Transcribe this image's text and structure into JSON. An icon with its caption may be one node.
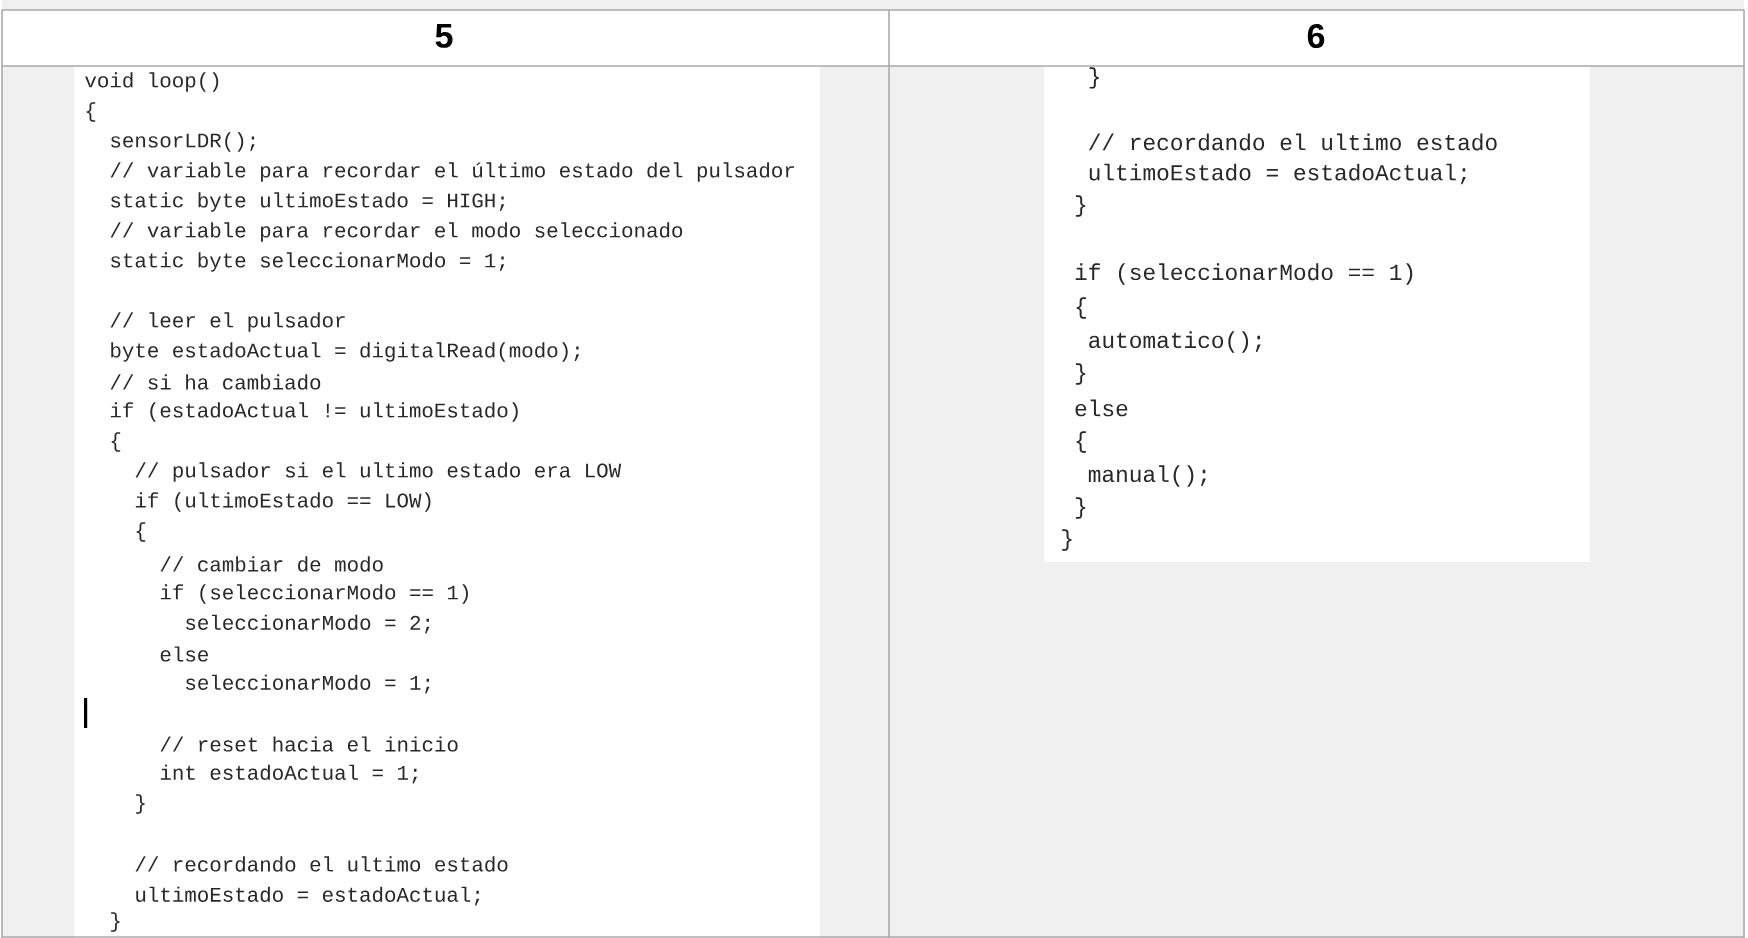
{
  "diagram": {
    "labels": [
      "5",
      "6",
      "void loop()",
      "{",
      "sensorLDR();",
      "// variable para recordar el último estado del pulsador",
      "static byte ultimoEstado = HIGH;",
      "// variable para recordar el modo seleccionado",
      "static byte seleccionarModo = 1;",
      "// leer el pulsador",
      "byte estadoActual = digitalRead(modo);",
      "// si ha cambiado",
      "if (estadoActual != ultimoEstado)",
      "{",
      "// pulsador si el ultimo estado era LOW",
      "if (ultimoEstado == LOW)",
      "{",
      "// cambiar de modo",
      "if (seleccionarModo == 1)",
      "seleccionarModo = 2;",
      "else",
      "seleccionarModo = 1;",
      "// reset hacia el inicio",
      "int estadoActual = 1;",
      "}",
      "// recordando el ultimo estado",
      "ultimoEstado = estadoActual;",
      "}",
      "}",
      "// recordando el ultimo estado",
      "ultimoEstado = estadoActual;",
      "}",
      "if (seleccionarModo == 1)",
      "{",
      "automatico();",
      "}",
      "else",
      "{",
      "manual();",
      "}",
      "}"
    ]
  }
}
